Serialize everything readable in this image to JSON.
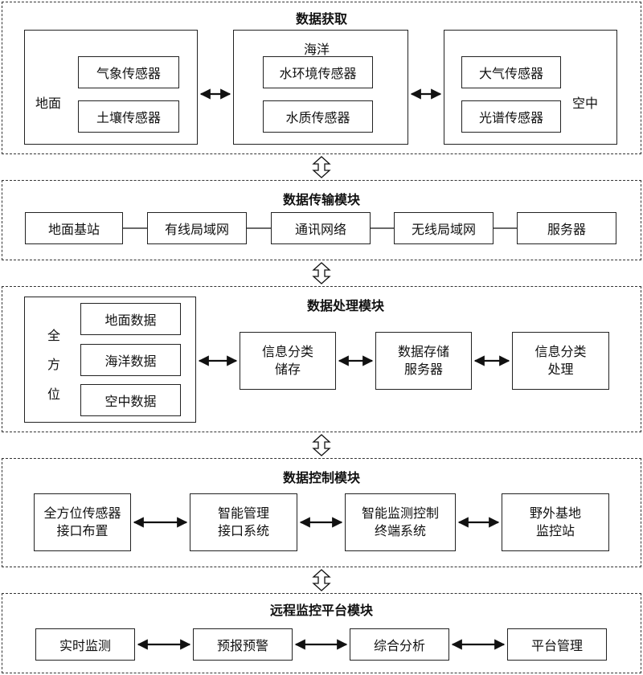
{
  "acquisition": {
    "title": "数据获取",
    "ground": {
      "label": "地面",
      "sensors": [
        "气象传感器",
        "土壤传感器"
      ]
    },
    "ocean": {
      "label": "海洋",
      "sensors": [
        "水环境传感器",
        "水质传感器"
      ]
    },
    "air": {
      "label": "空中",
      "sensors": [
        "大气传感器",
        "光谱传感器"
      ]
    }
  },
  "transmission": {
    "title": "数据传输模块",
    "nodes": [
      "地面基站",
      "有线局域网",
      "通讯网络",
      "无线局域网",
      "服务器"
    ]
  },
  "processing": {
    "title": "数据处理模块",
    "all_direction": [
      "全",
      "方",
      "位"
    ],
    "data_items": [
      "地面数据",
      "海洋数据",
      "空中数据"
    ],
    "nodes": [
      "信息分类\n储存",
      "数据存储\n服务器",
      "信息分类\n处理"
    ]
  },
  "control": {
    "title": "数据控制模块",
    "nodes": [
      "全方位传感器\n接口布置",
      "智能管理\n接口系统",
      "智能监测控制\n终端系统",
      "野外基地\n监控站"
    ]
  },
  "platform": {
    "title": "远程监控平台模块",
    "nodes": [
      "实时监测",
      "预报预警",
      "综合分析",
      "平台管理"
    ]
  }
}
